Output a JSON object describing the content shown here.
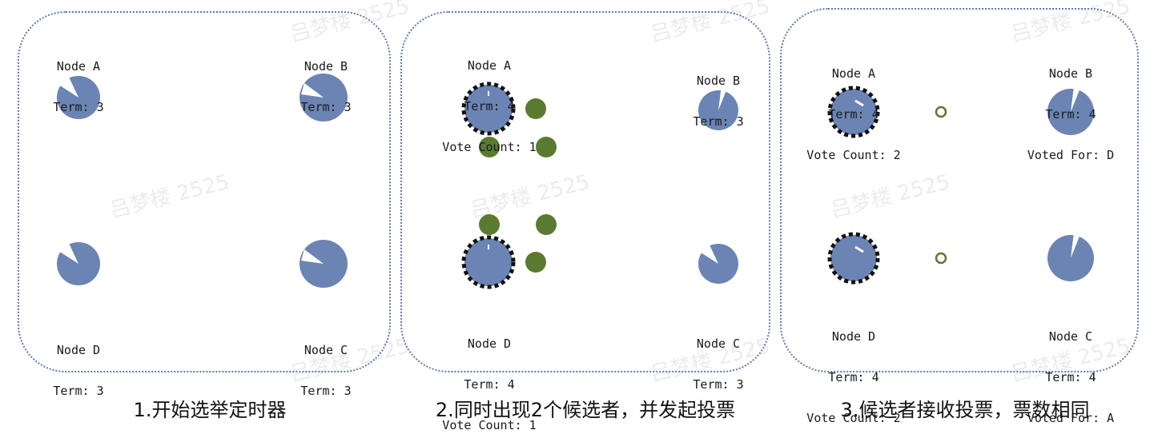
{
  "watermark": "吕梦楼 2525",
  "colors": {
    "node": "#6b84b4",
    "vote": "#5b7a31",
    "border": "#5a78b4"
  },
  "panels": [
    {
      "caption": "1.开始选举定时器",
      "nodes": [
        {
          "name": "Node A",
          "term": "Term: 3"
        },
        {
          "name": "Node B",
          "term": "Term: 3"
        },
        {
          "name": "Node D",
          "term": "Term: 3"
        },
        {
          "name": "Node C",
          "term": "Term: 3"
        }
      ]
    },
    {
      "caption": "2.同时出现2个候选者，并发起投票",
      "nodes": [
        {
          "name": "Node A",
          "term": "Term: 4",
          "extra": "Vote Count: 1"
        },
        {
          "name": "Node B",
          "term": "Term: 3"
        },
        {
          "name": "Node D",
          "term": "Term: 4",
          "extra": "Vote Count: 1"
        },
        {
          "name": "Node C",
          "term": "Term: 3"
        }
      ]
    },
    {
      "caption": "3.候选者接收投票，票数相同",
      "nodes": [
        {
          "name": "Node A",
          "term": "Term: 4",
          "extra": "Vote Count: 2"
        },
        {
          "name": "Node B",
          "term": "Term: 4",
          "extra": "Voted For: D"
        },
        {
          "name": "Node D",
          "term": "Term: 4",
          "extra": "Vote Count: 2"
        },
        {
          "name": "Node C",
          "term": "Term: 4",
          "extra": "Voted For: A"
        }
      ]
    }
  ]
}
